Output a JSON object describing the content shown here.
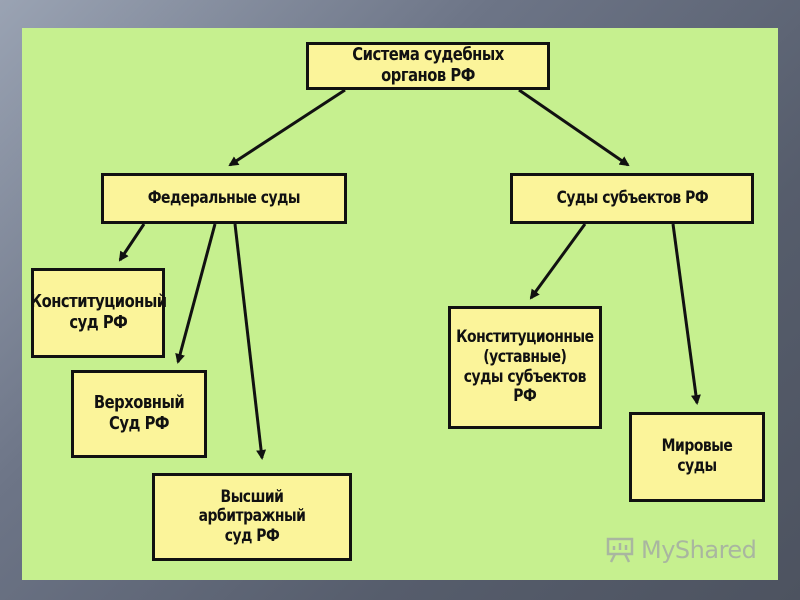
{
  "diagram": {
    "root": "Система судебных органов РФ",
    "federal": "Федеральные суды",
    "subjects": "Суды субъектов РФ",
    "constitutional_court": "Конституционый\nсуд РФ",
    "supreme_court": "Верховный\nСуд РФ",
    "arbitration_court": "Высший арбитражный\nсуд РФ",
    "subject_constitutional": "Конституционные\n(уставные)\nсуды субъектов РФ",
    "magistrate_courts": "Мировые суды"
  },
  "watermark": {
    "text": "MyShared",
    "icon": "presentation-board-icon"
  },
  "colors": {
    "slide_bg": "#c6f08f",
    "box_fill": "#fbf49a",
    "border": "#111111"
  }
}
